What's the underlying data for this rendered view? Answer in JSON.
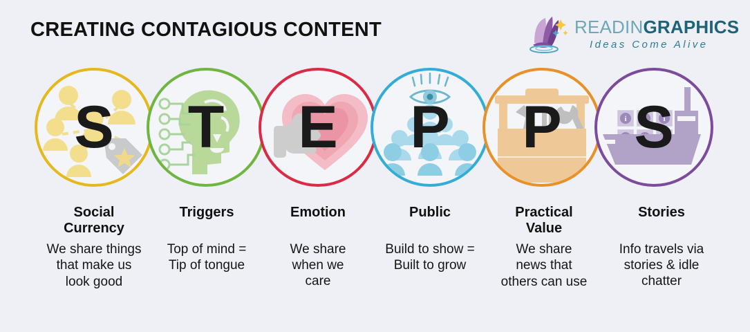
{
  "page": {
    "title": "CREATING CONTAGIOUS CONTENT",
    "background_color": "#EEF0F5"
  },
  "logo": {
    "name_part1": "READIN",
    "name_part2": "GRAPHICS",
    "tagline": "Ideas Come Alive",
    "color_part1": "#6FA7B8",
    "color_part2": "#1E6478",
    "tagline_color": "#2F7D93",
    "mark": "open-book-with-stars-icon"
  },
  "steps": [
    {
      "letter": "S",
      "title": "Social\nCurrency",
      "title_line1": "Social",
      "title_line2": "Currency",
      "description": "We share things that make us look good",
      "desc_line1": "We share things",
      "desc_line2": "that make us",
      "desc_line3": "look good",
      "ring_color": "#E5B81E",
      "art_color": "#F2DE8D",
      "accent_color": "#C9CACC",
      "icon": "people-network-with-price-tag-icon"
    },
    {
      "letter": "T",
      "title": "Triggers",
      "title_line1": "Triggers",
      "title_line2": "",
      "description": "Top of mind = Tip of tongue",
      "desc_line1": "Top of mind =",
      "desc_line2": "Tip of tongue",
      "desc_line3": "",
      "ring_color": "#6FB53F",
      "art_color": "#B8D99A",
      "accent_color": "#A9D49B",
      "icon": "head-with-circuit-lines-icon"
    },
    {
      "letter": "E",
      "title": "Emotion",
      "title_line1": "Emotion",
      "title_line2": "",
      "description": "We share when we care",
      "desc_line1": "We share",
      "desc_line2": "when we",
      "desc_line3": "care",
      "ring_color": "#DA2A45",
      "art_color": "#EFA7B4",
      "accent_color": "#CDCDCD",
      "icon": "heart-with-thumbs-up-icon"
    },
    {
      "letter": "P",
      "title": "Public",
      "title_line1": "Public",
      "title_line2": "",
      "description": "Build to show = Built to grow",
      "desc_line1": "Build to show =",
      "desc_line2": "Built to grow",
      "desc_line3": "",
      "ring_color": "#33ADD6",
      "art_color": "#A9D9EA",
      "accent_color": "#6BB8CE",
      "icon": "crowd-with-eye-icon"
    },
    {
      "letter": "P",
      "title": "Practical\nValue",
      "title_line1": "Practical",
      "title_line2": "Value",
      "description": "We share news that others can use",
      "desc_line1": "We share",
      "desc_line2": "news that",
      "desc_line3": "others can use",
      "ring_color": "#E89128",
      "art_color": "#EFC897",
      "accent_color": "#BFBFBF",
      "icon": "toolbox-with-tools-icon"
    },
    {
      "letter": "S",
      "title": "Stories",
      "title_line1": "Stories",
      "title_line2": "",
      "description": "Info travels via stories & idle chatter",
      "desc_line1": "Info travels via",
      "desc_line2": "stories & idle",
      "desc_line3": "chatter",
      "ring_color": "#7B4B9C",
      "art_color": "#B0A3C7",
      "accent_color": "#D6CEE4",
      "icon": "cargo-ship-with-info-containers-icon"
    }
  ]
}
